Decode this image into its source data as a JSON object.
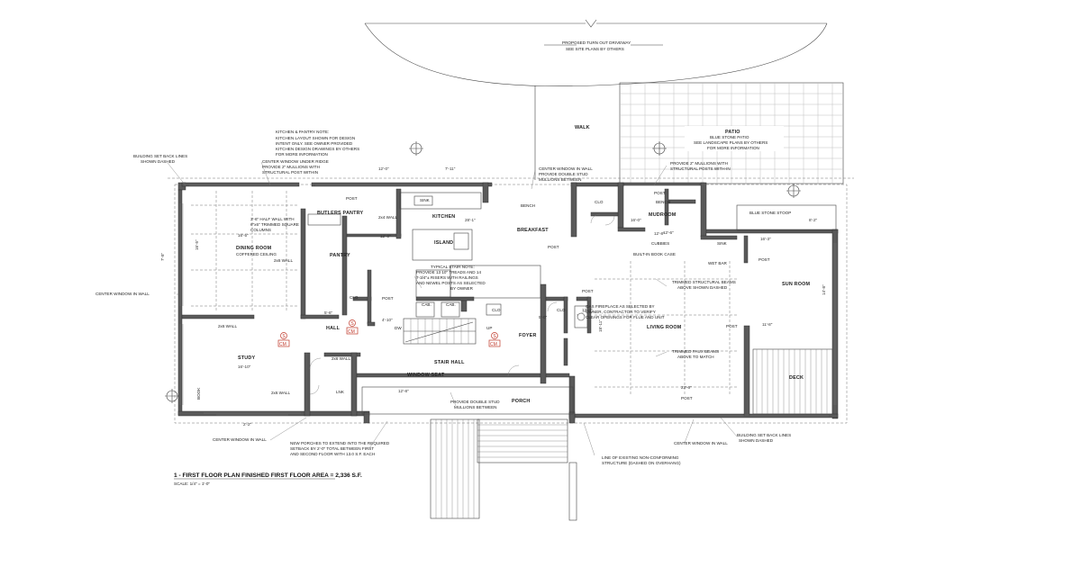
{
  "rooms": {
    "kitchen": "KITCHEN",
    "butlers_pantry": "BUTLERS PANTRY",
    "island": "ISLAND",
    "breakfast": "BREAKFAST",
    "dining_room": "DINING ROOM",
    "coffered_ceiling": "COFFERED CEILING",
    "pantry": "PANTRY",
    "hall": "HALL",
    "foyer": "FOYER",
    "stair_hall": "STAIR HALL",
    "study": "STUDY",
    "living_room": "LIVING ROOM",
    "sun_room": "SUN ROOM",
    "mudroom": "MUDROOM",
    "deck": "DECK",
    "porch": "PORCH",
    "walk": "WALK",
    "patio": "PATIO",
    "blue_stone_stoop": "BLUE STONE STOOP",
    "window_seat": "WINDOW SEAT",
    "bench": "BENCH",
    "cubbies": "CUBBIES",
    "built_in_book_case": "BUILT-IN BOOK CASE",
    "wet_bar": "WET BAR",
    "sink": "SINK",
    "clo": "CLO",
    "lnk": "LNK",
    "cab": "CAB.",
    "dw": "DW",
    "book": "BOOK",
    "up": "UP",
    "post": "POST"
  },
  "notes": {
    "driveway": "PROPOSED TURN OUT DRIVEWAY",
    "driveway_sub": "SEE SITE PLANS BY OTHERS",
    "patio_1": "BLUE STONE PATIO",
    "patio_2": "SEE LANDSCAPE PLANS BY OTHERS",
    "patio_3": "FOR MORE INFORMATION",
    "kitchen_note_1": "KITCHEN & PANTRY NOTE:",
    "kitchen_note_2": "KITCHEN LAYOUT SHOWN FOR DESIGN",
    "kitchen_note_3": "INTENT ONLY. SEE OWNER PROVIDED",
    "kitchen_note_4": "KITCHEN DESIGN DRAWINGS BY OTHERS",
    "kitchen_note_5": "FOR MORE INFORMATION",
    "setback_1": "BUILDING SET BACK LINES",
    "setback_2": "SHOWN DASHED",
    "center_ridge_1": "CENTER WINDOW UNDER RIDGE",
    "center_ridge_2": "PROVIDE 2\" MULLIONS WITH",
    "center_ridge_3": "STRUCTURAL POST WITHIN",
    "center_wall_1": "CENTER WINDOW IN WALL",
    "center_wall_2": "PROVIDE DOUBLE STUD",
    "center_wall_3": "MULLIONS BETWEEN",
    "mullion_1": "PROVIDE 2\" MULLIONS WITH",
    "mullion_2": "STRUCTURAL POSTS WITH-IN",
    "half_wall_1": "3'-6\" HALF WALL WITH",
    "half_wall_2": "6\"x6\" TRIMMED SQUARE",
    "half_wall_3": "COLUMNS",
    "stair_1": "TYPICAL STAIR NOTE:",
    "stair_2": "PROVIDE 13 10\" TREADS AND 14",
    "stair_3": "7-3/4\"± RISERS WITH RAILINGS",
    "stair_4": "AND NEWEL POSTS AS SELECTED",
    "stair_5": "BY OWNER",
    "beams_1": "TRIMMED STRUCTURAL BEAMS",
    "beams_2": "ABOVE SHOWN DASHED",
    "fireplace_1": "GAS FIREPLACE AS SELECTED BY",
    "fireplace_2": "OWNER, CONTRACTOR TO VERIFY",
    "fireplace_3": "CLEAR OPENINGS FOR FLUE AND UNIT",
    "faux_1": "TRIMMED FAUX BEAMS",
    "faux_2": "ABOVE TO MATCH",
    "double_stud_1": "PROVIDE DOUBLE STUD",
    "double_stud_2": "MULLIONS BETWEEN",
    "center_window_left": "CENTER WINDOW IN WALL",
    "center_window_bottom_left": "CENTER WINDOW IN WALL",
    "center_window_bottom_right": "CENTER WINDOW IN WALL",
    "porch_ext_1": "NEW PORCHES TO EXTEND INTO THE REQUIRED",
    "porch_ext_2": "SETBACK BY 2'-0\" TOTAL BETWEEN FIRST",
    "porch_ext_3": "AND SECOND FLOOR WITH 13.0 S.F. EACH",
    "nonconf_1": "LINE OF EXISTING NON-CONFORMING",
    "nonconf_2": "STRUCTURE (DASHED ON OVERHANG)",
    "setback_br_1": "BUILDING SET BACK LINES",
    "setback_br_2": "SHOWN DASHED",
    "wall_2x6": "2x6 WALL",
    "wall_2x4": "2x4 WALL"
  },
  "title": {
    "main": "1 - FIRST FLOOR PLAN FINISHED FIRST FLOOR AREA = 2,336 S.F.",
    "scale": "SCALE: 1/4\" = 1'-0\""
  },
  "dimensions": {
    "d1": "12'-0\"",
    "d2": "7'-11\"",
    "d3": "28'-1\"",
    "d4": "16'-5\"",
    "d5": "16'-0\"",
    "d6": "12'-8\"",
    "d7": "16'-10\"",
    "d8": "23'-6\"",
    "d9": "14'-8\"",
    "d10": "11'-8\"",
    "d11": "16'-3\"",
    "d12": "8'-2\"",
    "d13": "13'-4\"",
    "d14": "18'-11\"",
    "d15": "4'-10\"",
    "d16": "5'-6\"",
    "d17": "5'-0\"",
    "d18": "2'-2\"",
    "d19": "7'-8\"",
    "d20": "12'-6\"",
    "d21": "16'-5\"",
    "d22": "12'-0\"",
    "d23": "12'-8\""
  },
  "tags": [
    {
      "top": "S",
      "bottom": "CM"
    },
    {
      "top": "S",
      "bottom": "CM"
    },
    {
      "top": "S",
      "bottom": "CM"
    }
  ],
  "colors": {
    "wall": "#5a5a5a",
    "tag": "#c0392b",
    "line": "#444444",
    "paving": "#bfbfbf"
  }
}
